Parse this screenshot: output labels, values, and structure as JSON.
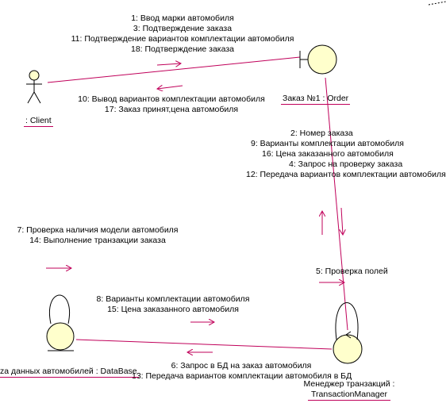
{
  "colors": {
    "link": "#c0005a",
    "arrow": "#c0005a",
    "object_fill": "#ffffcc",
    "object_stroke": "#000000"
  },
  "objects": {
    "client": {
      "label": ": Client",
      "icon": "actor-icon"
    },
    "order": {
      "label": "Заказ №1 : Order",
      "icon": "boundary-icon"
    },
    "database": {
      "label": "za данных автомобилей : DataBase",
      "icon": "entity-icon"
    },
    "manager": {
      "label_line1": "Менеджер транзакций :",
      "label_line2": "TransactionManager",
      "icon": "control-icon"
    }
  },
  "messages": {
    "client_to_order": [
      "1: Ввод марки автомобиля",
      "3: Подтверждение заказа",
      "11: Подтверждение вариантов комплектации автомобиля",
      "18: Подтверждение заказа"
    ],
    "order_to_client": [
      "10: Вывод вариантов комплектации автомобиля",
      "17: Заказ принят,цена автомобиля"
    ],
    "order_to_manager": [
      "2: Номер заказа",
      "9: Варианты комплектации автомобиля",
      "16: Цена заказанного автомобиля",
      "4: Запрос на проверку заказа",
      "12: Передача вариантов комплектации автомобиля"
    ],
    "database_self": [
      "7: Проверка наличия модели автомобиля",
      "14: Выполнение транзакции заказа"
    ],
    "manager_self": [
      "5: Проверка полей"
    ],
    "database_to_manager": [
      "8: Варианты комплектации автомобиля",
      "15: Цена заказанного автомобиля"
    ],
    "manager_to_database": [
      "6: Запрос в БД на заказ автомобиля",
      "13: Передача вариантов комплектации автомобиля в БД"
    ]
  }
}
